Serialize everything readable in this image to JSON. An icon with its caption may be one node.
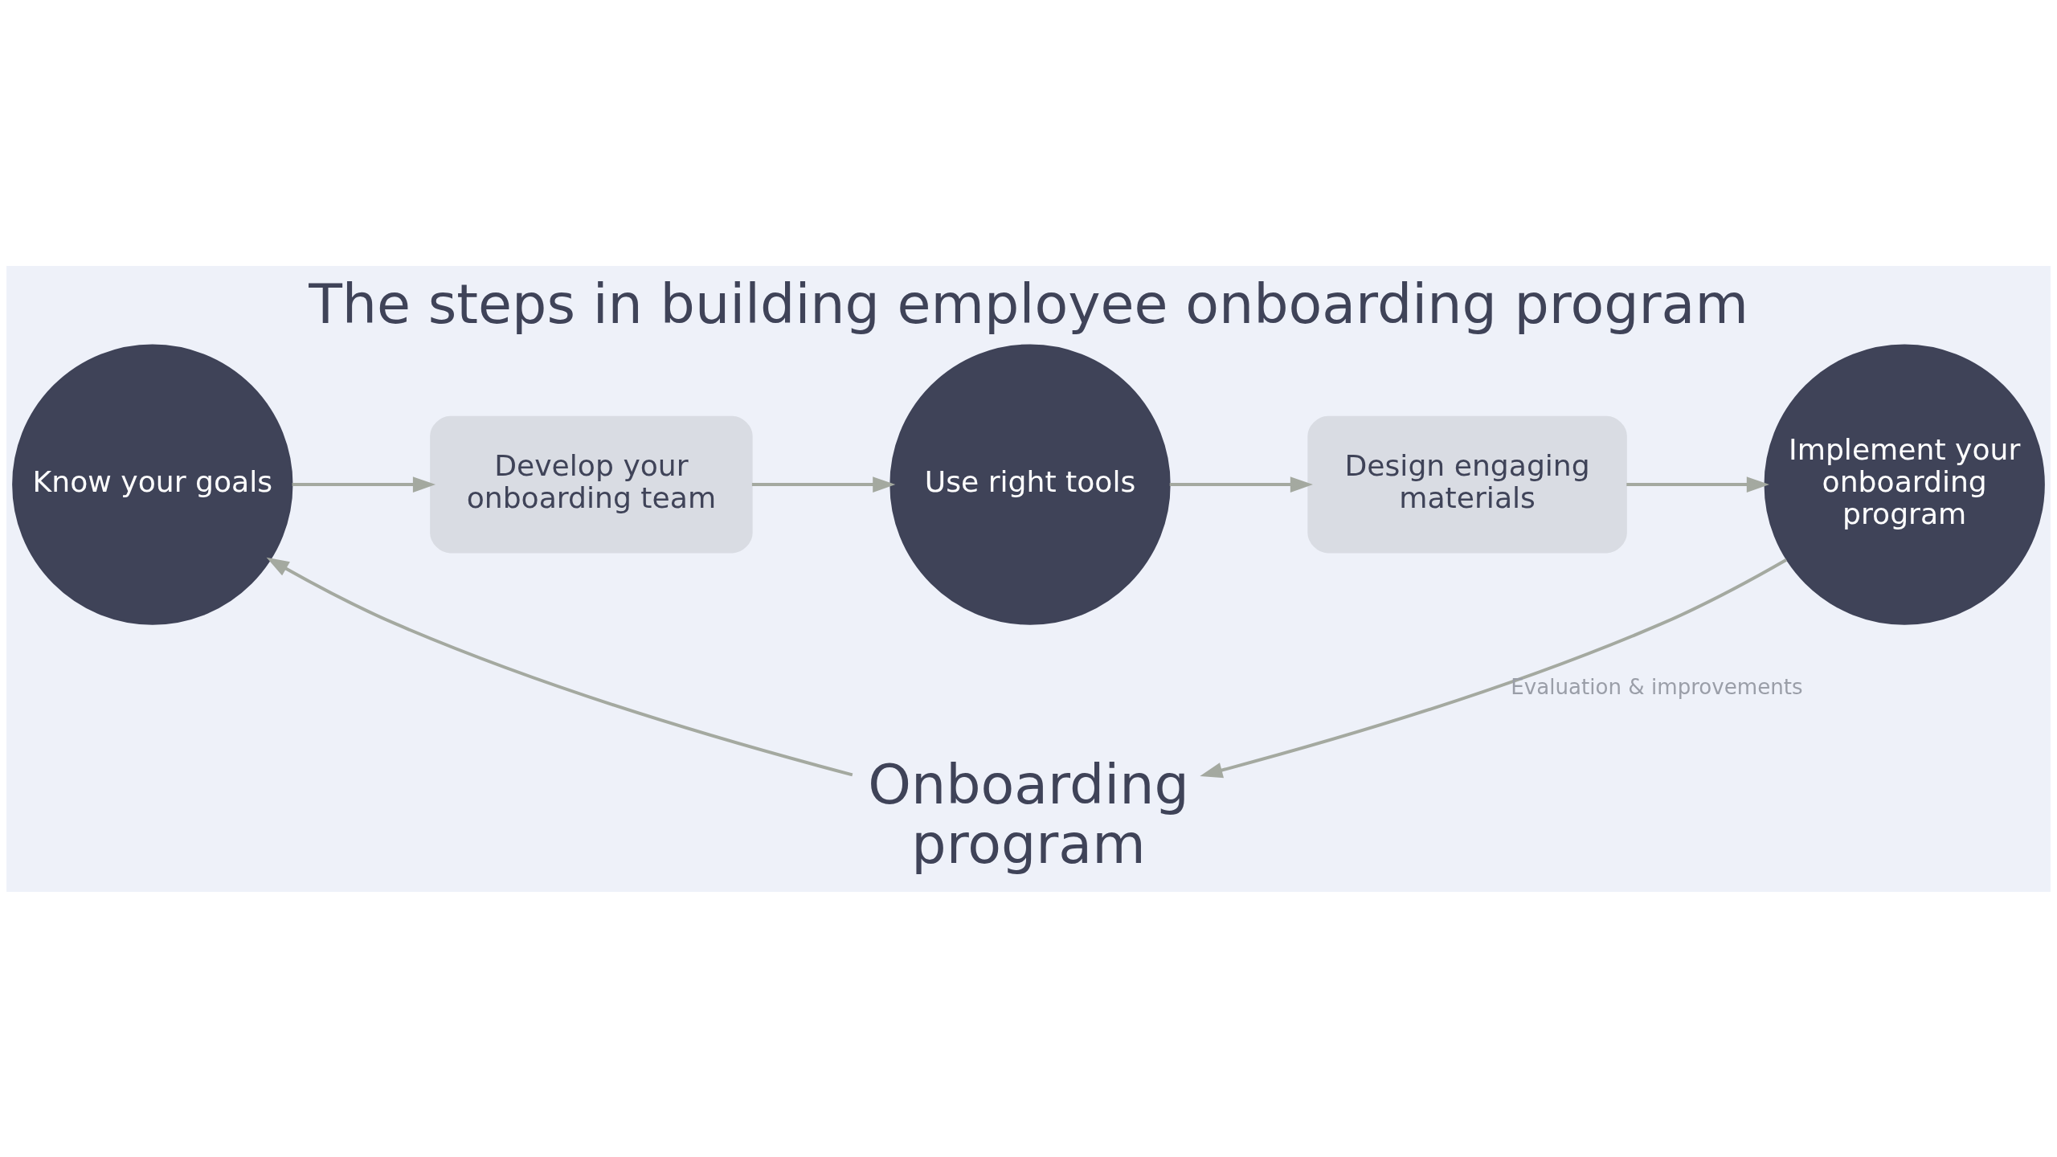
{
  "diagram": {
    "title": "The steps in building employee onboarding program",
    "nodes": [
      {
        "text": [
          "Know your goals"
        ]
      },
      {
        "text": [
          "Develop your onboarding team"
        ]
      },
      {
        "text": [
          "Use right tools"
        ]
      },
      {
        "text": [
          "Design engaging materials"
        ]
      },
      {
        "text": [
          "Implement your onboarding program"
        ]
      },
      {
        "text": [
          "Onboarding program"
        ]
      }
    ],
    "edges": [
      {
        "from": 0,
        "to": 1,
        "arrow": "to"
      },
      {
        "from": 1,
        "to": 2,
        "arrow": "to"
      },
      {
        "from": 2,
        "to": 3,
        "arrow": "to"
      },
      {
        "from": 3,
        "to": 4,
        "arrow": "to"
      },
      {
        "from": 4,
        "to": 5,
        "arrow": "to",
        "label": "Evaluation & improvements"
      },
      {
        "from": 5,
        "to": 0,
        "arrow": "to"
      }
    ]
  }
}
